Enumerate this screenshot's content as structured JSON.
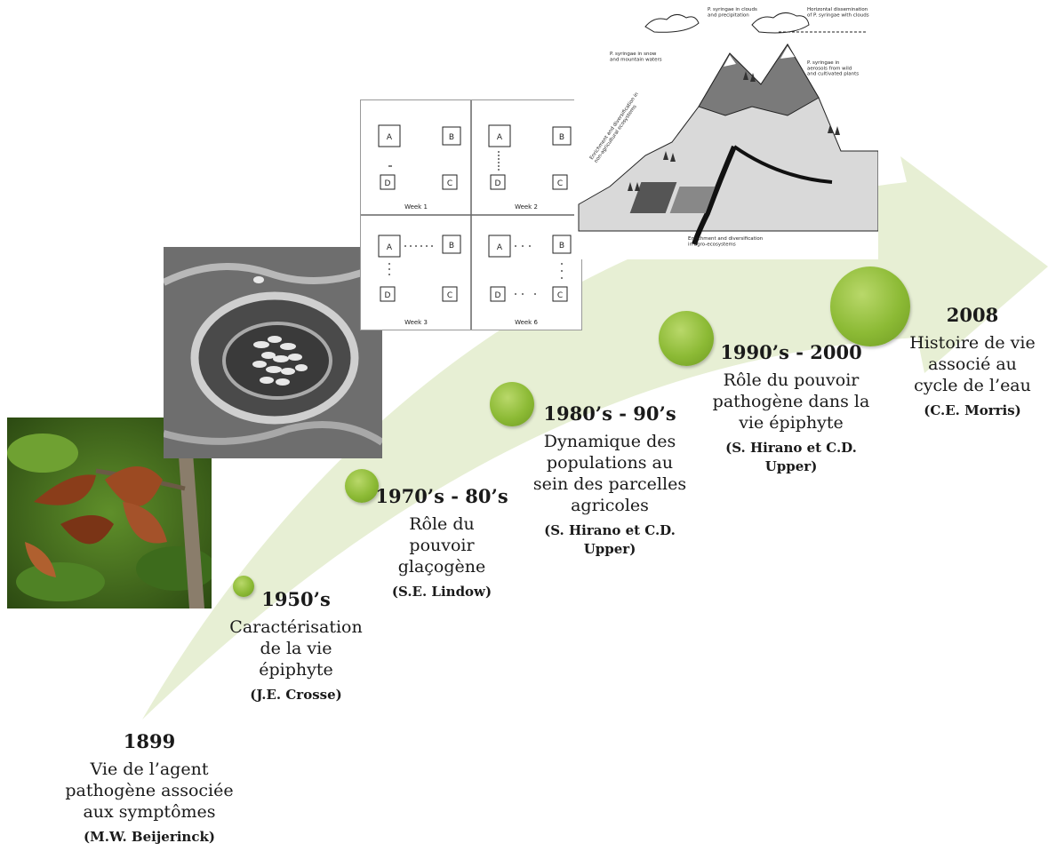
{
  "colors": {
    "arrow": "#e7efd4",
    "dot": "#8cba35",
    "text": "#1a1a1a"
  },
  "timeline": [
    {
      "year": "1899",
      "description": "Vie de l’agent\npathogène associée\naux symptômes",
      "author": "(M.W. Beijerinck)"
    },
    {
      "year": "1950’s",
      "description": "Caractérisation\nde la vie\népiphyte",
      "author": "(J.E. Crosse)"
    },
    {
      "year": "1970’s - 80’s",
      "description": "Rôle du\npouvoir\nglaçogène",
      "author": "(S.E. Lindow)"
    },
    {
      "year": "1980’s - 90’s",
      "description": "Dynamique des\npopulations au\nsein des parcelles\nagricoles",
      "author": "(S. Hirano et C.D.\nUpper)"
    },
    {
      "year": "1990’s - 2000",
      "description": "Rôle du pouvoir\npathogène dans la\nvie épiphyte",
      "author": "(S. Hirano et C.D.\nUpper)"
    },
    {
      "year": "2008",
      "description": "Histoire de vie\nassocié au\ncycle de l’eau",
      "author": "(C.E. Morris)"
    }
  ],
  "grid_figure": {
    "boxes": [
      "A",
      "B",
      "C",
      "D"
    ],
    "weeks": [
      "Week 1",
      "Week 2",
      "Week 3",
      "Week 6"
    ]
  },
  "water_cycle_figure": {
    "labels": [
      "P. syringae in clouds\nand precipitation",
      "Horizontal dissemination\nof P. syringae with clouds",
      "P. syringae in snow\nand mountain waters",
      "P. syringae in\naerosols from wild\nand cultivated plants",
      "Enrichment and diversification in\nnon-agricultural ecosystems",
      "Enrichment and diversification\nin agro-ecosystems"
    ]
  }
}
